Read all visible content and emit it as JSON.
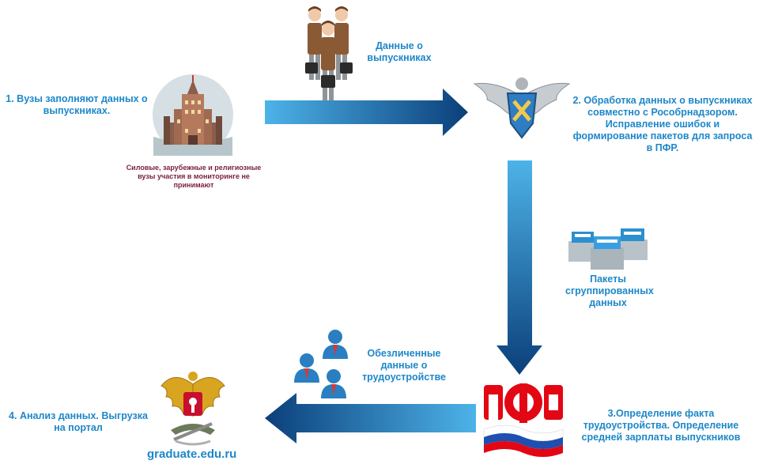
{
  "steps": {
    "step1": "1. Вузы заполняют данных о\nвыпускниках.",
    "step2": "2. Обработка данных о выпускниках\nсовместно с Рособрнадзором.\nИсправление ошибок и\nформирование пакетов для запроса\nв ПФР.",
    "step3": "3.Определение факта\nтрудоустройства.  Определение\nсредней зарплаты выпускников",
    "step4": "4. Анализ данных. Выгрузка\nна портал"
  },
  "labels": {
    "graduates_data": "Данные о\nвыпускниках",
    "packets": "Пакеты\nсгруппированных\nданных",
    "anonymized": "Обезличенные\nданные о\nтрудоустройстве"
  },
  "note": "Силовые, зарубежные и религиозные\nвузы участия в мониторинге не\nпринимают",
  "portal_url": "graduate.edu.ru",
  "icons": {
    "university": "university-building-icon",
    "graduates": "graduates-with-briefcases-icon",
    "rosobrnadzor": "rosobrnadzor-emblem-icon",
    "packets": "data-packets-icon",
    "pfr": "pfr-logo-icon",
    "people": "anonymous-people-icon",
    "coat_of_arms": "moscow-coat-of-arms-icon"
  },
  "colors": {
    "text_blue": "#1d87c9",
    "note_red": "#7a1e3c",
    "arrow_dark": "#0b3f7a",
    "arrow_light": "#3aa0dc",
    "pfr_red": "#e30613"
  }
}
